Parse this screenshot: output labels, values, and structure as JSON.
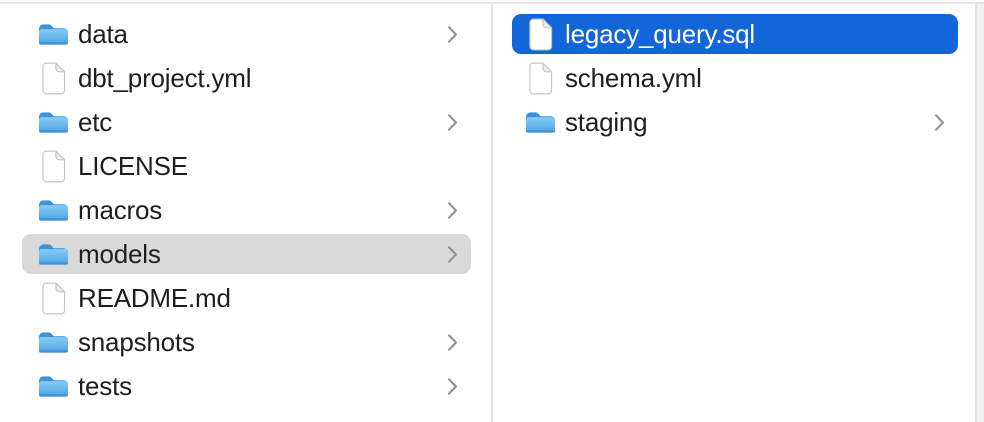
{
  "window": {
    "app": "Finder",
    "view": "column-view"
  },
  "columns": [
    {
      "id": "left",
      "items": [
        {
          "name": "data",
          "type": "folder",
          "has_chevron": true,
          "selected": "none"
        },
        {
          "name": "dbt_project.yml",
          "type": "file",
          "has_chevron": false,
          "selected": "none"
        },
        {
          "name": "etc",
          "type": "folder",
          "has_chevron": true,
          "selected": "none"
        },
        {
          "name": "LICENSE",
          "type": "file",
          "has_chevron": false,
          "selected": "none"
        },
        {
          "name": "macros",
          "type": "folder",
          "has_chevron": true,
          "selected": "none"
        },
        {
          "name": "models",
          "type": "folder",
          "has_chevron": true,
          "selected": "inactive"
        },
        {
          "name": "README.md",
          "type": "file",
          "has_chevron": false,
          "selected": "none"
        },
        {
          "name": "snapshots",
          "type": "folder",
          "has_chevron": true,
          "selected": "none"
        },
        {
          "name": "tests",
          "type": "folder",
          "has_chevron": true,
          "selected": "none"
        }
      ]
    },
    {
      "id": "right",
      "items": [
        {
          "name": "legacy_query.sql",
          "type": "file",
          "has_chevron": false,
          "selected": "active"
        },
        {
          "name": "schema.yml",
          "type": "file",
          "has_chevron": false,
          "selected": "none"
        },
        {
          "name": "staging",
          "type": "folder",
          "has_chevron": true,
          "selected": "none"
        }
      ]
    }
  ],
  "icons": {
    "folder": "folder-icon",
    "file": "file-icon",
    "chevron": "chevron-right-icon"
  },
  "colors": {
    "selection_active": "#1366d9",
    "selection_inactive": "#d9d9d9",
    "text": "#1e1e1e",
    "text_selected": "#ffffff",
    "divider": "#e3e3e3",
    "chevron": "#8e8e8e",
    "folder_tab": "#3b92da",
    "folder_body_top": "#8acaf3",
    "folder_body_bottom": "#4a9de2",
    "file_border": "#c5c5c5",
    "file_fold": "#ededed"
  }
}
